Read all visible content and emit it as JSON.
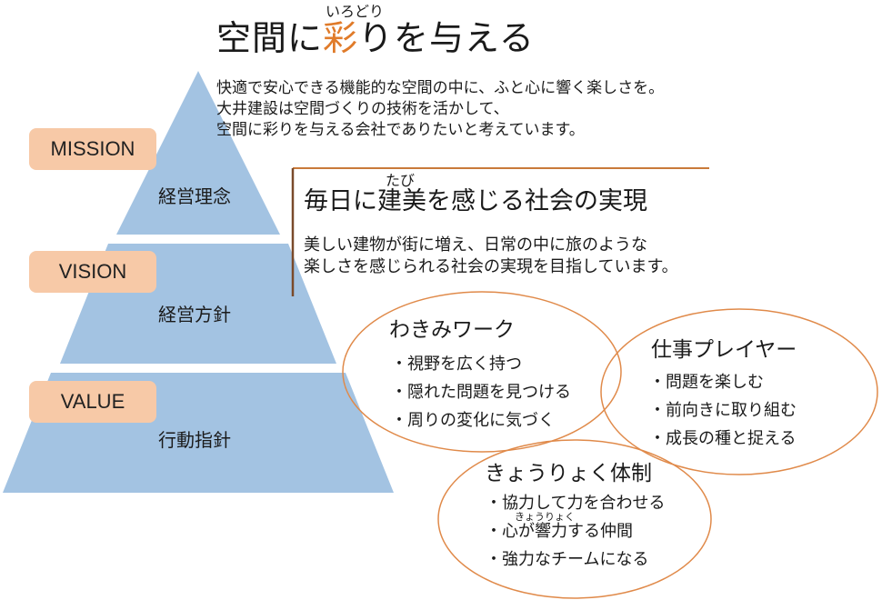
{
  "header": {
    "title_before": "空間に",
    "title_accent": "彩",
    "title_after": "りを与える",
    "title_ruby": "いろどり",
    "accent_color": "#e07b2a"
  },
  "intro": {
    "lines": [
      "快適で安心できる機能的な空間の中に、ふと心に響く楽しさを。",
      "大井建設は空間づくりの技術を活かして、",
      "空間に彩りを与える会社でありたいと考えています。"
    ]
  },
  "pyramid": {
    "color": "#a3c3e2",
    "tiers": [
      {
        "label": "MISSION",
        "text": "経営理念"
      },
      {
        "label": "VISION",
        "text": "経営方針"
      },
      {
        "label": "VALUE",
        "text": "行動指針"
      }
    ],
    "label_color": "#f7c9a7"
  },
  "vision": {
    "title": "毎日に建美を感じる社会の実現",
    "title_ruby": "たび",
    "body": [
      "美しい建物が街に増え、日常の中に旅のような",
      "楽しさを感じられる社会の実現を目指しています。"
    ],
    "frame_color": "#c97a3a"
  },
  "values": {
    "circle_color": "#e08a4a",
    "circles": [
      {
        "title": "わきみワーク",
        "items": [
          "・視野を広く持つ",
          "・隠れた問題を見つける",
          "・周りの変化に気づく"
        ]
      },
      {
        "title": "仕事プレイヤー",
        "items": [
          "・問題を楽しむ",
          "・前向きに取り組む",
          "・成長の種と捉える"
        ]
      },
      {
        "title": "きょうりょく体制",
        "items": [
          "・協力して力を合わせる",
          "・心が響力する仲間",
          "・強力なチームになる"
        ],
        "ruby": "きょうりょく"
      }
    ]
  }
}
